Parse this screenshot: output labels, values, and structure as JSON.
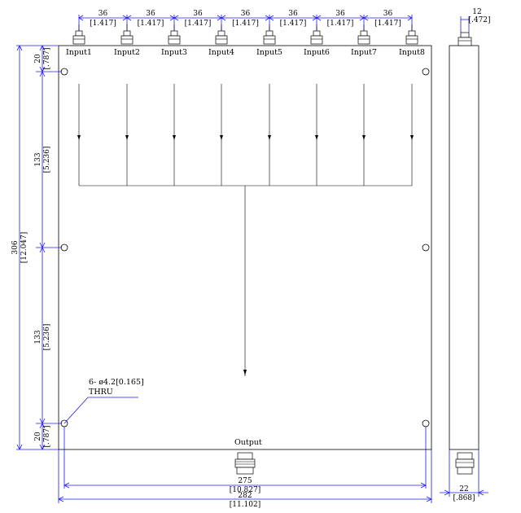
{
  "inputs": [
    "Input1",
    "Input2",
    "Input3",
    "Input4",
    "Input5",
    "Input6",
    "Input7",
    "Input8"
  ],
  "output_label": "Output",
  "top_pitch": [
    "36",
    "[1.417]"
  ],
  "side_depth": [
    "12",
    "[.472]"
  ],
  "left_dims": {
    "top_margin": [
      "20",
      "[.787]"
    ],
    "upper_span": [
      "133",
      "[5.236]"
    ],
    "lower_span": [
      "133",
      "[5.236]"
    ],
    "bottom_margin": [
      "20",
      "[.787]"
    ],
    "overall_height": [
      "306",
      "[12.047]"
    ]
  },
  "bottom_dims": {
    "hole_span": [
      "275",
      "[10.827]"
    ],
    "overall_width": [
      "282",
      "[11.102]"
    ]
  },
  "side_width": [
    "22",
    "[.868]"
  ],
  "hole_note": [
    "6- ø4.2[0.165]",
    "THRU"
  ]
}
